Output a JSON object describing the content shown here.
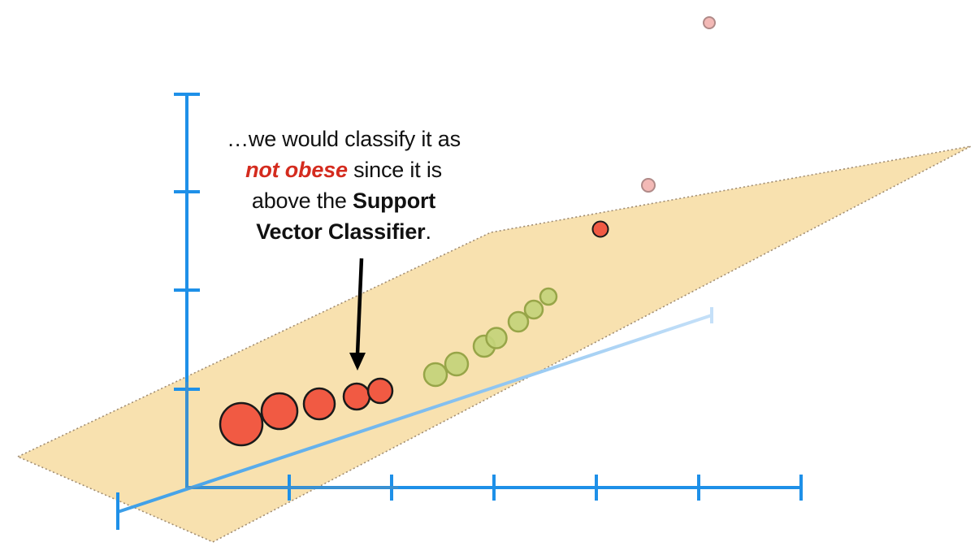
{
  "annotation": {
    "line1": "…we would classify it as",
    "highlight_red": "not obese",
    "after_red": " since it is",
    "before_bold": "above the ",
    "bold_1": "Support",
    "bold_2": "Vector Classifier",
    "ending": "."
  },
  "colors": {
    "axis": "#1e90e8",
    "depth_axis": "#a9d3f5",
    "plane_fill": "#f7dea8",
    "plane_edge": "#a08c72",
    "obese_point": "#f15a43",
    "not_obese_point": "#c3d27a",
    "faded_point": "#f3b9b6",
    "arrow": "#000000"
  },
  "x_axis_ticks": 7,
  "y_axis_ticks": 5
}
